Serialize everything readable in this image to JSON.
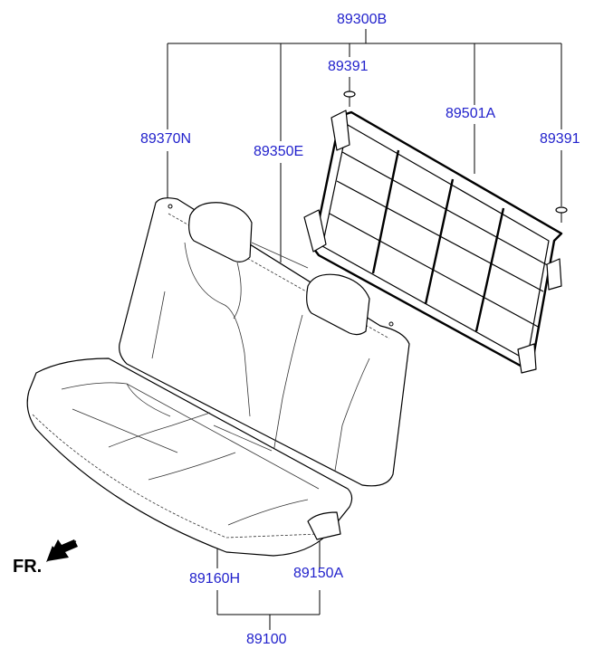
{
  "diagram": {
    "parts": {
      "assembly": "89300B",
      "bolt_top": "89391",
      "bolt_right": "89391",
      "frame": "89501A",
      "back_cover": "89370N",
      "back_pad": "89350E",
      "cushion_pad": "89160H",
      "cushion_cover": "89150A",
      "cushion_assembly": "89100"
    },
    "direction_label": "FR."
  }
}
